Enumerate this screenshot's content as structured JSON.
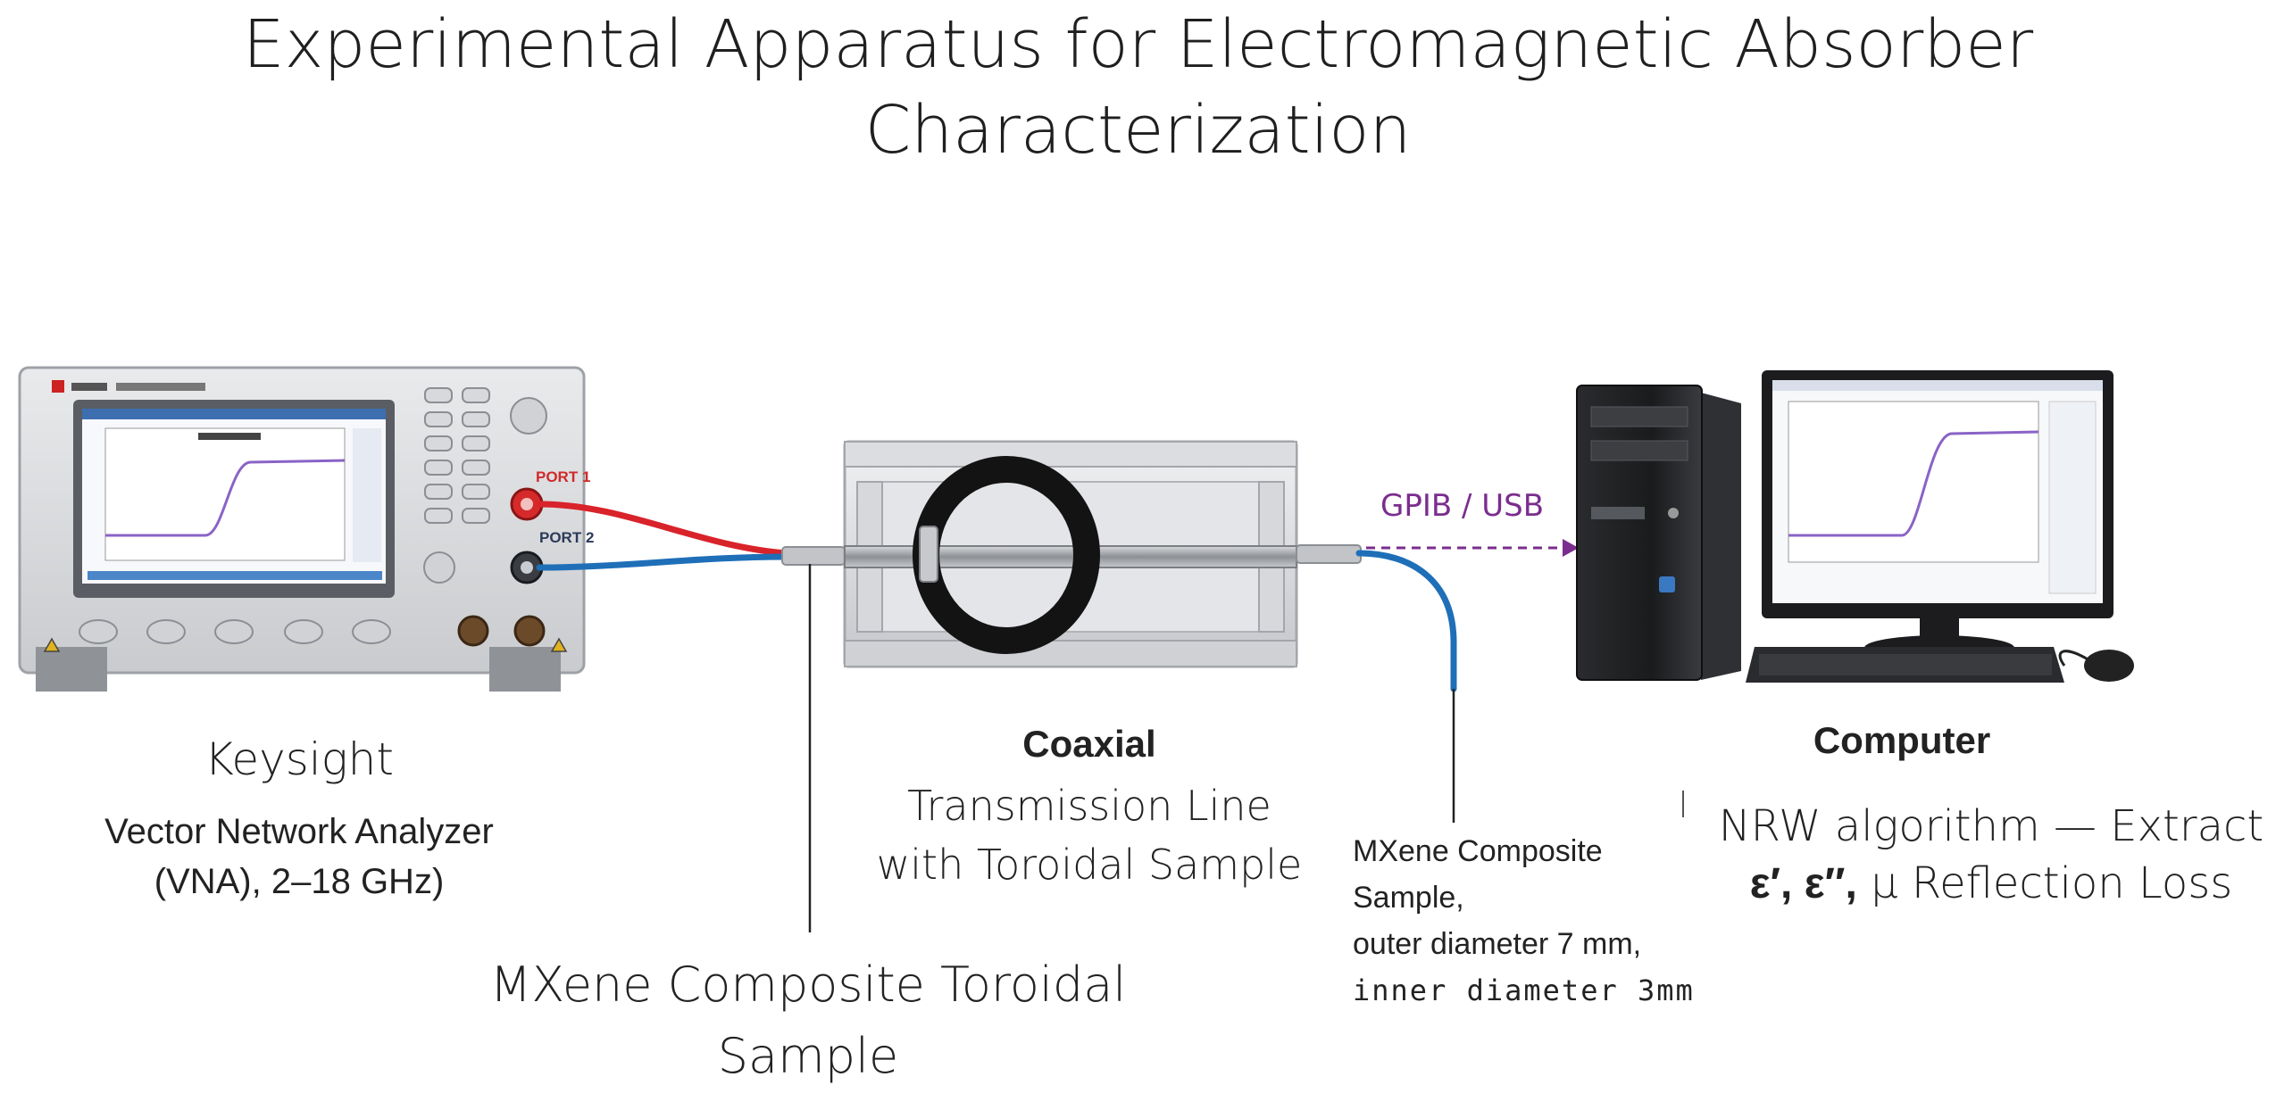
{
  "title": {
    "line1": "Experimental Apparatus for Electromagnetic Absorber",
    "line2": "Characterization"
  },
  "vna": {
    "brand_line": "Keysight",
    "model_line": "Vector Network Analyzer",
    "range_line": "(VNA), 2–18 GHz)",
    "port1_label": "PORT 1",
    "port2_label": "PORT 2"
  },
  "toroid_callout": {
    "line1": "MXene Composite Toroidal",
    "line2": "Sample"
  },
  "coax": {
    "line1": "Coaxial",
    "line2": "Transmission Line",
    "line3": "with Toroidal Sample"
  },
  "link": {
    "label": "GPIB / USB"
  },
  "sample_callout": {
    "line1": "MXene Composite",
    "line2": "Sample,",
    "line3": "outer diameter 7 mm,",
    "line4": "inner diameter 3mm"
  },
  "computer": {
    "title": "Computer",
    "line1": "NRW algorithm — Extract",
    "line2_symbols": "ε′, ε″,",
    "line2_rest": " μ Reflection Loss"
  },
  "colors": {
    "red_cable": "#d9232a",
    "blue_cable": "#1f6fb8",
    "link_purple": "#7b2d8e",
    "port_label_red": "#d12a2a"
  }
}
